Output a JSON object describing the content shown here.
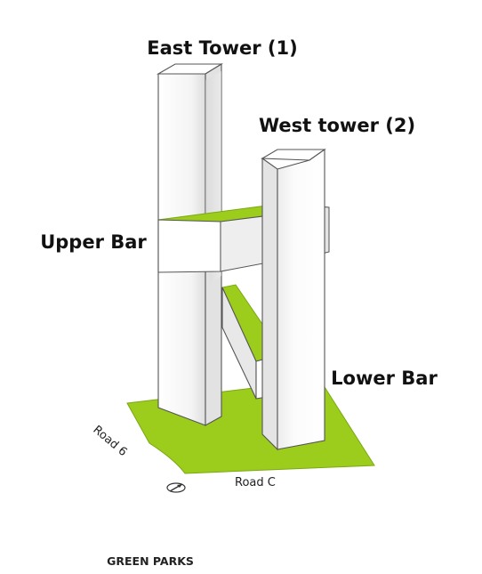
{
  "labels": {
    "east_tower": "East Tower (1)",
    "west_tower": "West tower (2)",
    "upper_bar": "Upper Bar",
    "lower_bar": "Lower Bar",
    "road_6": "Road 6",
    "road_c": "Road C"
  },
  "caption": "GREEN PARKS",
  "colors": {
    "green": "#9ccc1c",
    "green_edge": "#7aa912",
    "outline": "#555555",
    "face_light": "#ffffff",
    "face_shade": "#e6e6e6",
    "text": "#111111"
  },
  "icons": {
    "north_arrow": "compass-icon"
  }
}
